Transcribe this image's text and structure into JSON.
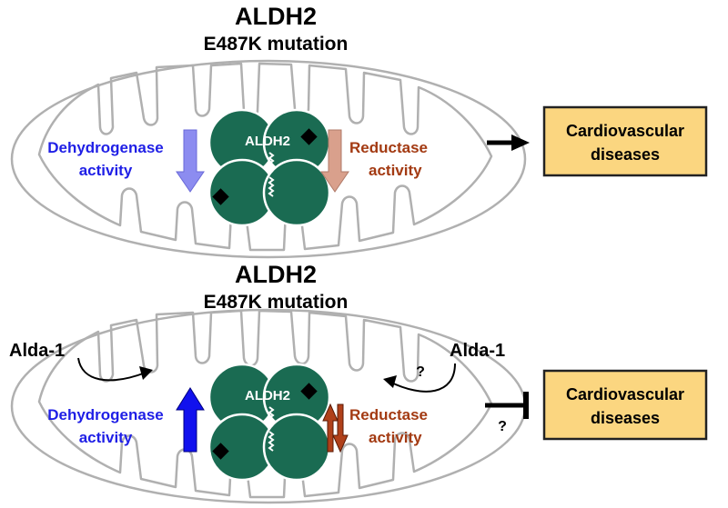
{
  "colors": {
    "dehydrogenase_text": "#1f1fe6",
    "reductase_text": "#a33a12",
    "enzyme_fill": "#1a6b52",
    "box_fill": "#fbd680",
    "arrow_dehydrogenase_reduced": "#8c8cf0",
    "arrow_reductase_reduced": "#d9a08c",
    "arrow_dehydrogenase_restored": "#1111ee",
    "arrow_reductase_mixed": "#b0401a"
  },
  "top_panel": {
    "title": "ALDH2",
    "subtitle": "E487K mutation",
    "enzyme_label": "ALDH2",
    "dehydrogenase_line1": "Dehydrogenase",
    "dehydrogenase_line2": "activity",
    "reductase_line1": "Reductase",
    "reductase_line2": "activity",
    "outcome_line1": "Cardiovascular",
    "outcome_line2": "diseases",
    "outcome_relation": "leads to"
  },
  "bottom_panel": {
    "title": "ALDH2",
    "subtitle": "E487K mutation",
    "enzyme_label": "ALDH2",
    "activator_left": "Alda-1",
    "activator_right": "Alda-1",
    "activator_right_question": "?",
    "dehydrogenase_line1": "Dehydrogenase",
    "dehydrogenase_line2": "activity",
    "reductase_line1": "Reductase",
    "reductase_line2": "activity",
    "outcome_line1": "Cardiovascular",
    "outcome_line2": "diseases",
    "outcome_relation": "inhibits",
    "outcome_question": "?"
  }
}
